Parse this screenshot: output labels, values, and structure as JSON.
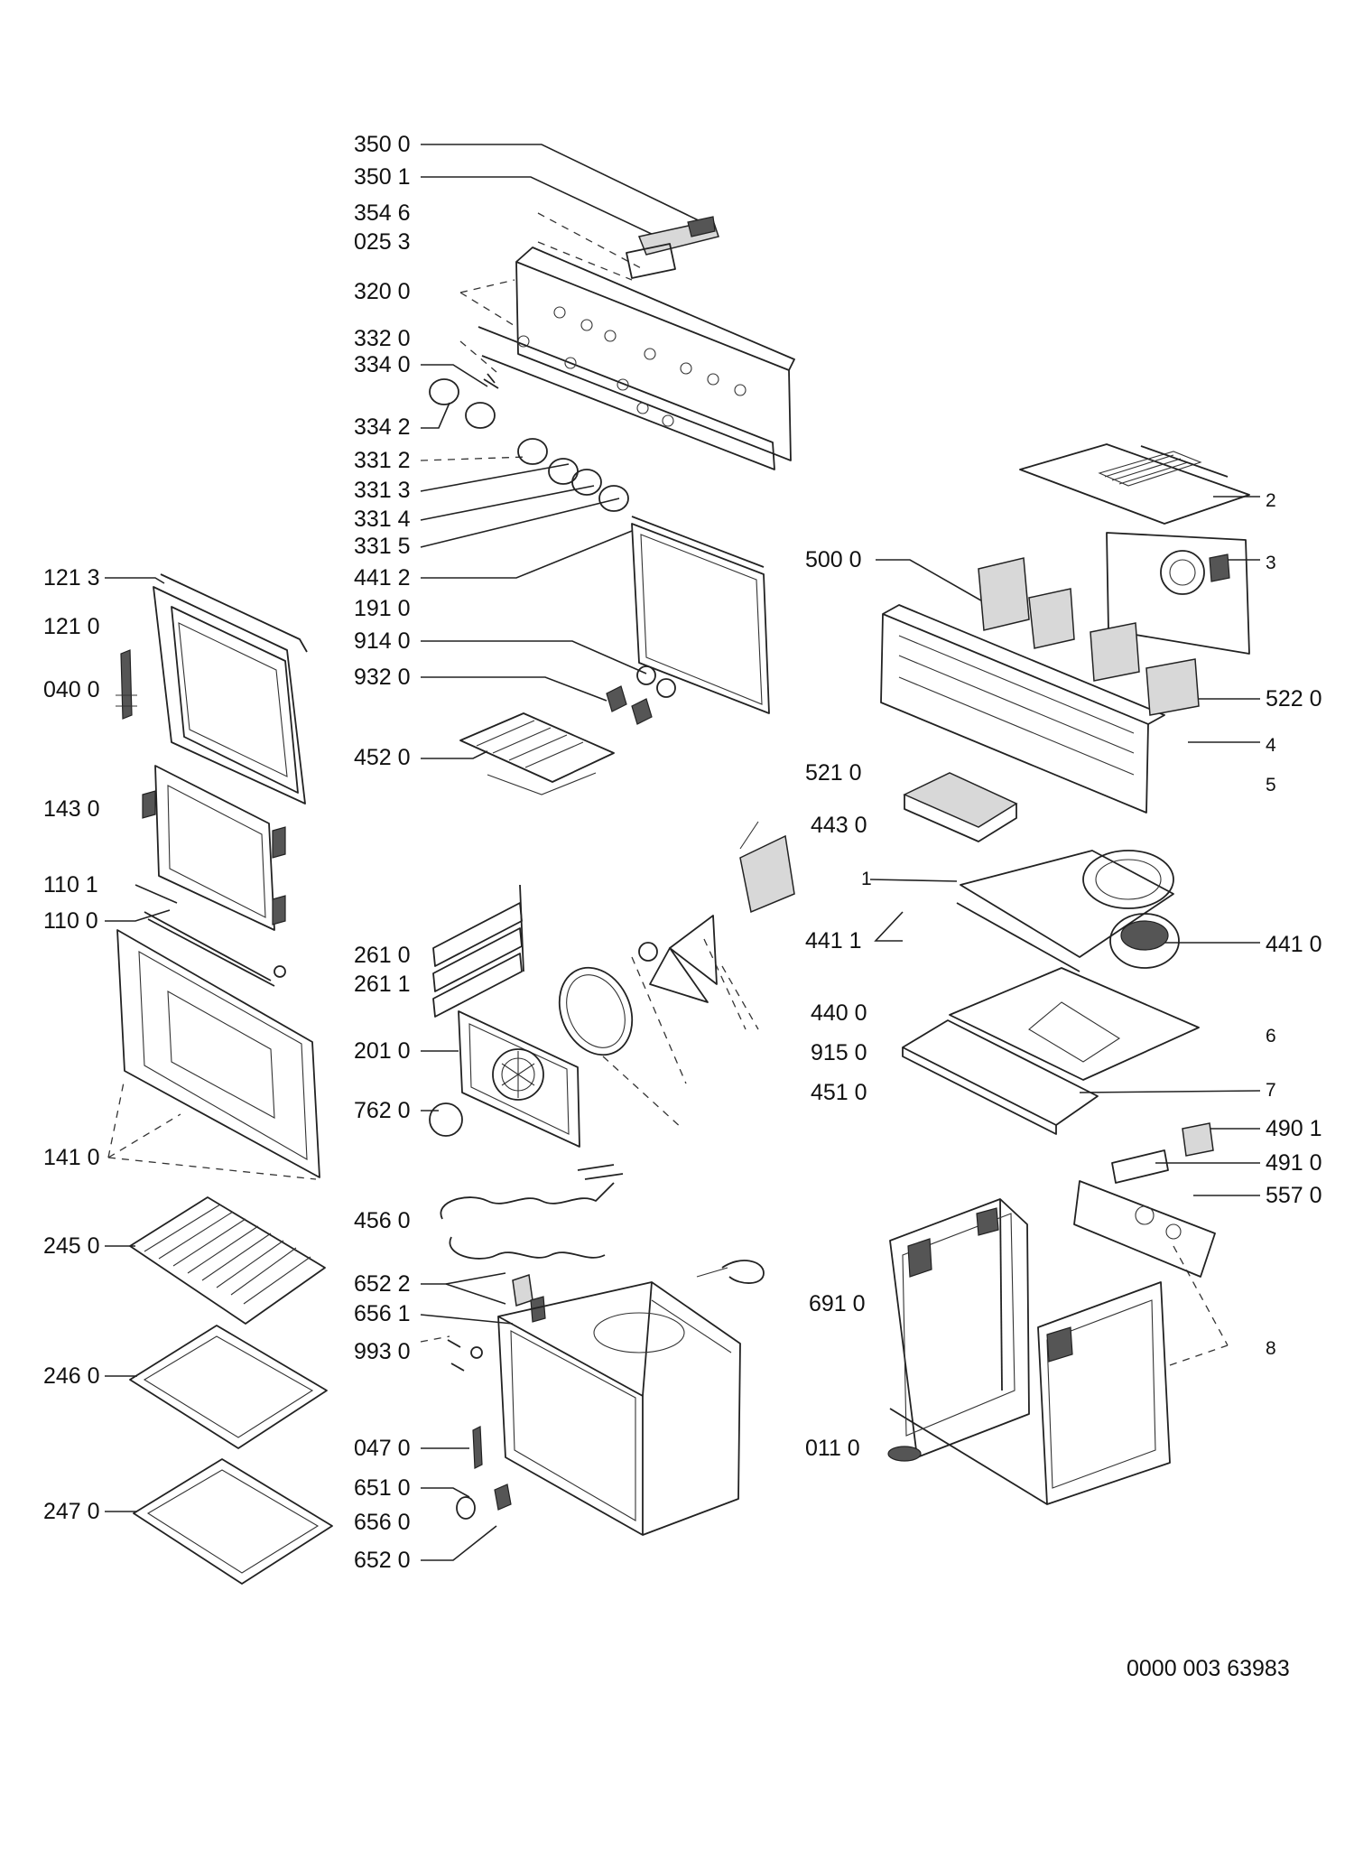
{
  "diagram": {
    "title": "Exploded parts view - built-in oven",
    "doc_number": "0000 003 63983",
    "left_labels": [
      "121 3",
      "121 0",
      "040 0",
      "143 0",
      "110 1",
      "110 0",
      "141 0",
      "245 0",
      "246 0",
      "247 0"
    ],
    "center_labels": [
      "350 0",
      "350 1",
      "354 6",
      "025 3",
      "320 0",
      "332 0",
      "334 0",
      "334 2",
      "331 2",
      "331 3",
      "331 4",
      "331 5",
      "441 2",
      "191 0",
      "914 0",
      "932 0",
      "452 0",
      "261 0",
      "261 1",
      "201 0",
      "762 0",
      "456 0",
      "652 2",
      "656 1",
      "993 0",
      "047 0",
      "651 0",
      "656 0",
      "652 0"
    ],
    "right_labels": [
      "500 0",
      "521 0",
      "443 0",
      "441 1",
      "440 0",
      "915 0",
      "451 0",
      "691 0",
      "011 0"
    ],
    "far_right_labels": [
      "522 0",
      "441 0",
      "490 1",
      "491 0",
      "557 0"
    ],
    "index_numbers": [
      "2",
      "3",
      "4",
      "5",
      "1",
      "6",
      "7",
      "8"
    ]
  }
}
